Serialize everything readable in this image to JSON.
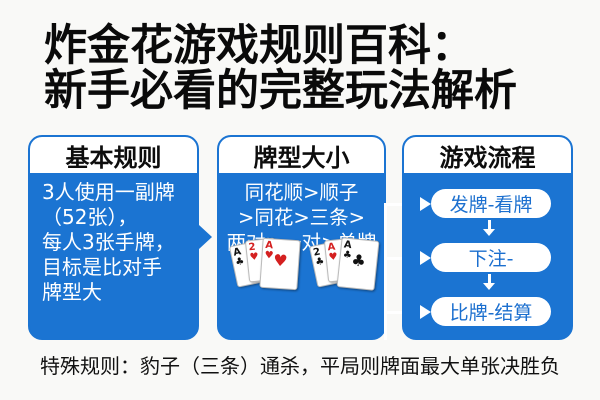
{
  "title": {
    "line1": "炸金花游戏规则百科：",
    "line2": "新手必看的完整玩法解析"
  },
  "sections": [
    {
      "heading": "基本规则",
      "lines": [
        "3人使用一副牌",
        "（52张），",
        "每人3张手牌，",
        "目标是比对手",
        "牌型大"
      ]
    },
    {
      "heading": "牌型大小",
      "lines": [
        "同花顺>顺子",
        ">同花>三条>",
        "两对>一对>单牌"
      ],
      "cards_left": [
        {
          "rank": "A",
          "suit": "♣",
          "color": "black"
        },
        {
          "rank": "2",
          "suit": "♥",
          "color": "red"
        },
        {
          "rank": "A",
          "suit": "♥",
          "color": "red"
        }
      ],
      "cards_right": [
        {
          "rank": "2",
          "suit": "♣",
          "color": "black"
        },
        {
          "rank": "A",
          "suit": "♥",
          "color": "red"
        },
        {
          "rank": "A",
          "suit": "♣",
          "color": "black"
        }
      ]
    },
    {
      "heading": "游戏流程",
      "steps": [
        "发牌-看牌",
        "下注-",
        "比牌-结算"
      ]
    }
  ],
  "footer": "特殊规则：豹子（三条）通杀，平局则牌面最大单张决胜负",
  "colors": {
    "accent": "#1b74d2",
    "pill_text": "#1b6fcf",
    "background": "#f9f9f7",
    "text": "#0d0d0d"
  }
}
